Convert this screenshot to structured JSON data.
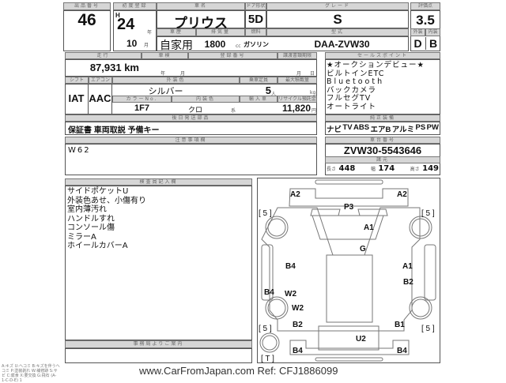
{
  "lot": {
    "label": "出品番号",
    "value": "46"
  },
  "first_reg": {
    "label": "初度登録",
    "era": "H",
    "year": "24",
    "year_unit": "年",
    "month": "10",
    "month_unit": "月"
  },
  "car_name": {
    "label": "車名",
    "value": "プリウス"
  },
  "door": {
    "label": "ドア形状",
    "value": "5D"
  },
  "grade": {
    "label": "グレード",
    "value": "S"
  },
  "score": {
    "label": "評価点",
    "value": "3.5",
    "ext_label": "外装",
    "int_label": "内装",
    "ext": "D",
    "int": "B"
  },
  "usage": {
    "label": "車歴",
    "value": "自家用"
  },
  "displacement": {
    "label": "排気量",
    "value": "1800",
    "unit": "cc"
  },
  "fuel": {
    "label": "燃料",
    "value": "ガソリン"
  },
  "model": {
    "label": "型式",
    "value": "DAA-ZVW30"
  },
  "mileage": {
    "label": "走行",
    "value": "87,931 km"
  },
  "inspection": {
    "label": "車検",
    "year": "年",
    "month": "月"
  },
  "registration": {
    "label": "登録番号"
  },
  "transfer": {
    "label": "譲渡書類期限",
    "month": "月",
    "day": "日"
  },
  "shift": {
    "label": "シフト",
    "value": "IAT"
  },
  "ac": {
    "label": "エアコン",
    "value": "AAC"
  },
  "color": {
    "label": "外装色",
    "value": "シルバー",
    "no_label": "カラーNo.",
    "no": "1F7"
  },
  "interior": {
    "label": "内装色",
    "value": "クロ",
    "unit": "系"
  },
  "capacity": {
    "label": "乗車定員",
    "value": "5",
    "unit": "人"
  },
  "load": {
    "label": "最大積載量",
    "unit": "kg"
  },
  "import": {
    "label": "輸入車"
  },
  "recycle": {
    "label": "リサイクル預託金",
    "value": "11,820",
    "unit": "円"
  },
  "later_parts": {
    "label": "後日発送部品",
    "value": "保証書 車両取説 予備キー"
  },
  "sales_points": {
    "label": "セールスポイント",
    "items": [
      "★オークションデビュー★",
      "ビルトインETC",
      "Bluetooth",
      "バックカメラ",
      "フルセグTV",
      "オートライト"
    ]
  },
  "equipment": {
    "label": "純正装備",
    "items": [
      "ナビ",
      "TV",
      "ABS",
      "エアB",
      "アルミ",
      "PS",
      "PW"
    ]
  },
  "notes": {
    "label": "注意事項欄",
    "value": "W62"
  },
  "chassis": {
    "label": "車台番号",
    "value": "ZVW30-5543646",
    "dims_label": "諸元",
    "length_label": "長さ",
    "length": "448",
    "width_label": "幅",
    "width": "174",
    "height_label": "高さ",
    "height": "149"
  },
  "inspector": {
    "label": "検査員記入欄",
    "items": [
      "サイドポケットU",
      "外装色あせ、小傷有り",
      "室内薄汚れ",
      "ハンドルすれ",
      "コンソール傷",
      "ミラーA",
      "ホイールカバーA"
    ]
  },
  "office": {
    "label": "事務局よりご案内"
  },
  "diagram": {
    "marks": [
      "A2",
      "A2",
      "P3",
      "A1",
      "G",
      "B4",
      "A1",
      "B2",
      "B4",
      "W2",
      "W2",
      "B2",
      "B1",
      "U2",
      "B4",
      "B4"
    ],
    "tires": [
      "[ 5 ]",
      "[ 5 ]",
      "[ 5 ]",
      "[ 5 ]",
      "[ T ]"
    ]
  },
  "footer": {
    "legend": "A:キズ U:ヘコミ B:キズを伴うヘコミ P:塗装剥れ W:補修跡 S:サビ C:腐食 X:要交換 G:飛石 (A-1-C-D-E) 1",
    "watermark": "www.CarFromJapan.com Ref: CFJ1886099"
  }
}
